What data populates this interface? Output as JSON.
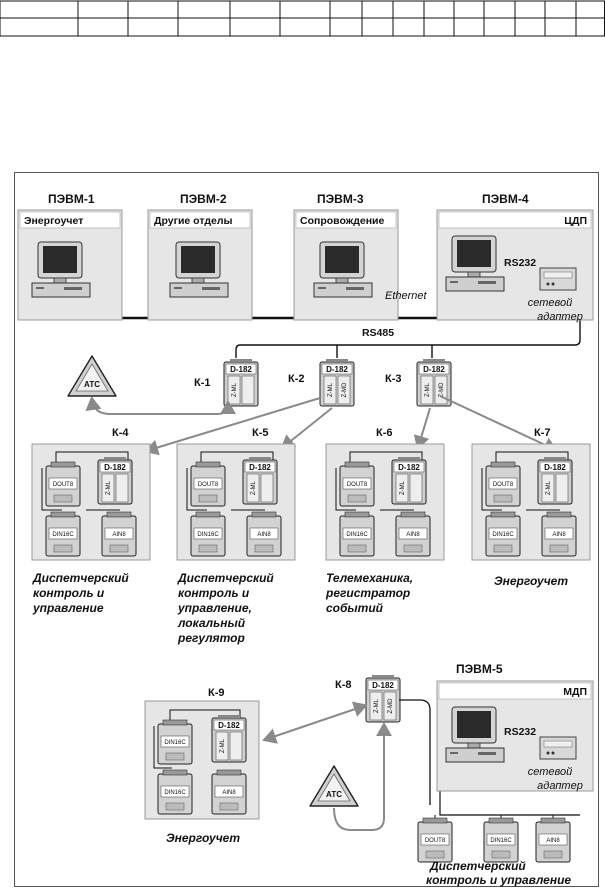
{
  "table": {
    "rows": 2,
    "cols": 15
  },
  "network": {
    "ethernet": "Ethernet",
    "rs485": "RS485"
  },
  "pcs": [
    {
      "title": "ПЭВМ-1",
      "label": "Энергоучет"
    },
    {
      "title": "ПЭВМ-2",
      "label": "Другие отделы"
    },
    {
      "title": "ПЭВМ-3",
      "label": "Сопровождение"
    },
    {
      "title": "ПЭВМ-4",
      "label": "ЦДП"
    },
    {
      "title": "ПЭВМ-5",
      "label": "МДП"
    }
  ],
  "interface": {
    "rs232": "RS232",
    "adapter_line1": "сетевой",
    "adapter_line2": "адаптер"
  },
  "atc": "АТС",
  "controllers": [
    "К-1",
    "К-2",
    "К-3",
    "К-4",
    "К-5",
    "К-6",
    "К-7",
    "К-8",
    "К-9"
  ],
  "modules": {
    "d182": "D-182",
    "zml": "Z-ML",
    "zmd": "Z-MD",
    "dout8": "DOUT8",
    "din16c": "DIN16C",
    "ain8": "AIN8"
  },
  "captions": {
    "k4": [
      "Диспетчерский",
      "контроль и",
      "управление"
    ],
    "k5": [
      "Диспетчерский",
      "контроль и",
      "управление,",
      "локальный",
      "регулятор"
    ],
    "k6": [
      "Телемеханика,",
      "регистратор",
      "событий"
    ],
    "k7": [
      "Энергоучет"
    ],
    "k9": [
      "Энергоучет"
    ],
    "pc5": [
      "Диспетчерский",
      "контроль и управление"
    ]
  },
  "colors": {
    "panel": "#e6e6e6",
    "panel_border": "#999999",
    "arrow": "#8a8a8a",
    "line": "#111111"
  }
}
